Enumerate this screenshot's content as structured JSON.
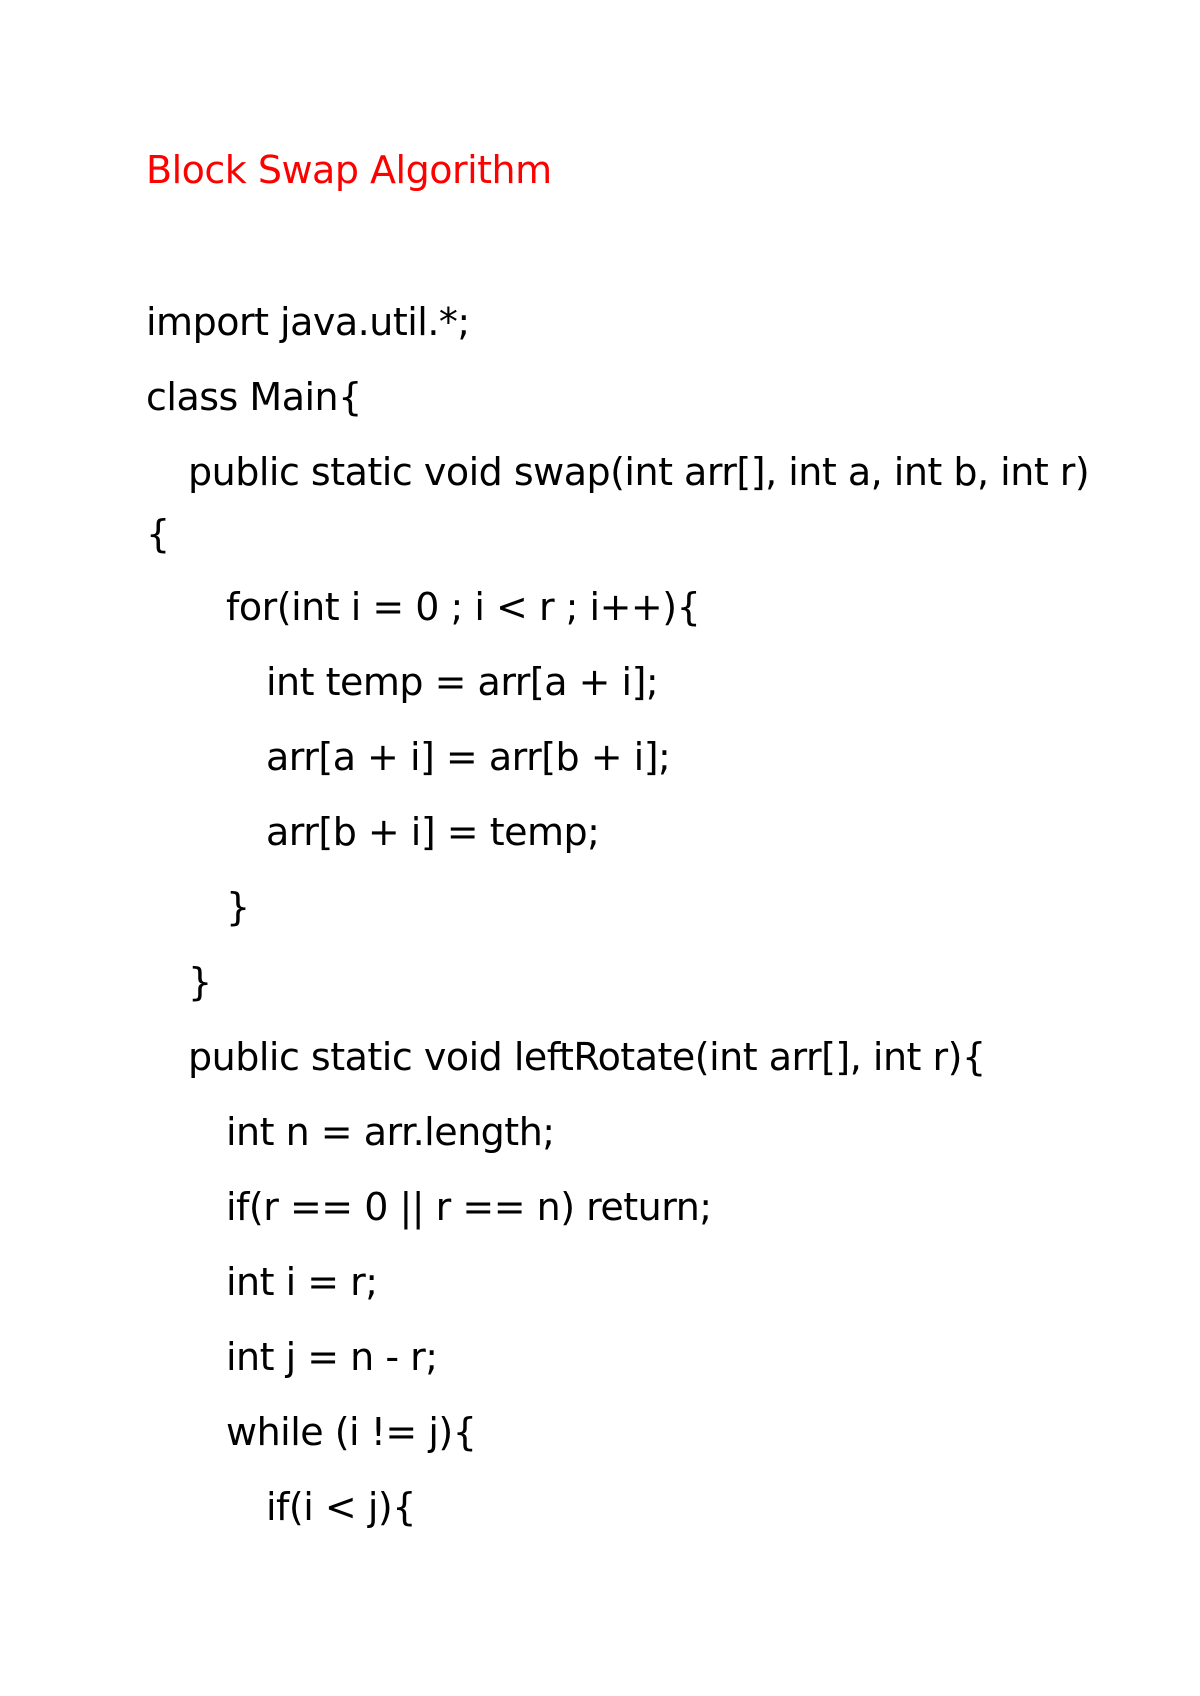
{
  "document": {
    "title": "Block Swap Algorithm",
    "title_color": "#ff0000",
    "text_color": "#000000",
    "lines": [
      "import java.util.*;",
      "class Main{",
      "public static void swap(int arr[], int a, int b, int r)",
      "{",
      "for(int i = 0 ; i < r ; i++){",
      "int temp = arr[a + i];",
      "arr[a + i] = arr[b + i];",
      "arr[b + i] = temp;",
      "}",
      "}",
      "public static void leftRotate(int arr[], int r){",
      "int n = arr.length;",
      "if(r == 0 || r == n) return;",
      "int i = r;",
      "int j = n - r;",
      "while (i != j){",
      "if(i < j){"
    ]
  }
}
